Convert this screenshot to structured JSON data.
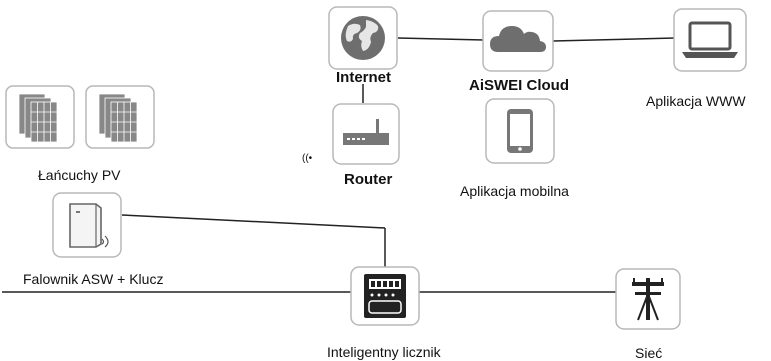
{
  "nodes": {
    "internet": {
      "label": "Internet",
      "icon": "globe-icon"
    },
    "cloud": {
      "label": "AiSWEI Cloud",
      "icon": "cloud-icon"
    },
    "web_app": {
      "label": "Aplikacja WWW",
      "icon": "laptop-icon"
    },
    "router": {
      "label": "Router",
      "icon": "router-icon",
      "signal": "((•"
    },
    "mobile_app": {
      "label": "Aplikacja mobilna",
      "icon": "smartphone-icon"
    },
    "pv_strings": {
      "label": "Łańcuchy PV",
      "icon": "solar-panel-icon"
    },
    "inverter": {
      "label": "Falownik ASW + Klucz",
      "icon": "inverter-icon"
    },
    "smart_meter": {
      "label": "Inteligentny licznik",
      "icon": "smart-meter-icon"
    },
    "grid": {
      "label": "Sieć",
      "icon": "power-pole-icon"
    }
  },
  "colors": {
    "line": "#222222",
    "box_border": "#b8b8b8",
    "icon_grey": "#7a7a7a"
  }
}
